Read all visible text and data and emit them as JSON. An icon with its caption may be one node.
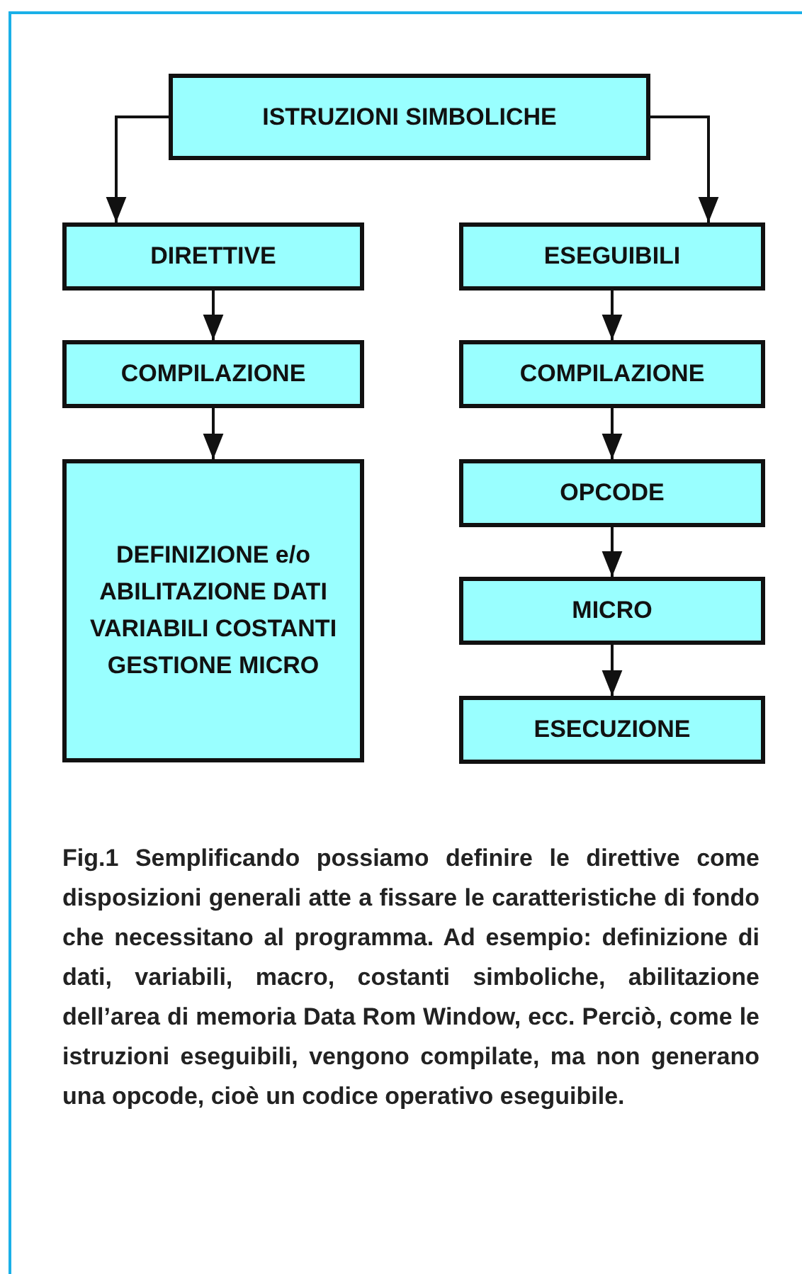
{
  "diagram": {
    "caption": "Fig.1 Semplificando possiamo definire le direttive come disposizioni generali atte a fissare le caratteristiche di fondo che necessitano al programma. Ad esempio: definizione di dati, variabili, macro, costanti simboliche, abilitazione dell’area di memoria Data Rom Window, ecc. Perciò, come le istruzioni eseguibili, vengono compilate, ma non generano una opcode, cioè un codice operativo eseguibile.",
    "nodes": [
      {
        "text": [
          "ISTRUZIONI SIMBOLICHE"
        ]
      },
      {
        "text": [
          "DIRETTIVE"
        ]
      },
      {
        "text": [
          "ESEGUIBILI"
        ]
      },
      {
        "text": [
          "COMPILAZIONE"
        ]
      },
      {
        "text": [
          "COMPILAZIONE"
        ]
      },
      {
        "text": [
          "DEFINIZIONE e/o ABILITAZIONE DATI VARIABILI COSTANTI GESTIONE MICRO"
        ]
      },
      {
        "text": [
          "OPCODE"
        ]
      },
      {
        "text": [
          "MICRO"
        ]
      },
      {
        "text": [
          "ESECUZIONE"
        ]
      }
    ],
    "edges": [
      {
        "from": 0,
        "to": 1,
        "arrow": "to"
      },
      {
        "from": 0,
        "to": 2,
        "arrow": "to"
      },
      {
        "from": 1,
        "to": 3,
        "arrow": "to"
      },
      {
        "from": 3,
        "to": 5,
        "arrow": "to"
      },
      {
        "from": 2,
        "to": 4,
        "arrow": "to"
      },
      {
        "from": 4,
        "to": 6,
        "arrow": "to"
      },
      {
        "from": 6,
        "to": 7,
        "arrow": "to"
      },
      {
        "from": 7,
        "to": 8,
        "arrow": "to"
      }
    ]
  }
}
